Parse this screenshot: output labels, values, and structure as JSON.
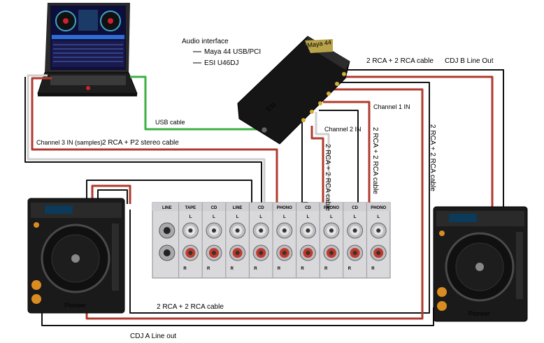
{
  "interface": {
    "title": "Audio interface",
    "models": [
      "Maya 44 USB/PCI",
      "ESI U46DJ"
    ],
    "brand": "ESI",
    "badge_text": "Maya 44"
  },
  "cables": {
    "usb": "USB cable",
    "ch3": "Channel 3 IN (samples)",
    "p2": "2 RCA + P2 stereo cable",
    "ch1": "Channel 1 IN",
    "ch2": "Channel 2 IN",
    "v1": "2 RCA + 2 RCA cable",
    "v2": "2 RCA + 2 RCA cable",
    "v3": "2 RCA + 2 RCA cable",
    "top": "2 RCA + 2 RCA cable",
    "bottom": "2 RCA + 2 RCA cable"
  },
  "cdj": {
    "b_out": "CDJ B Line Out",
    "a_out": "CDJ A Line out",
    "brand": "Pioneer"
  },
  "mixer": {
    "inputs": [
      "LINE",
      "TAPE",
      "CD",
      "LINE",
      "CD",
      "PHONO",
      "CD",
      "PHONO",
      "CD",
      "PHONO"
    ],
    "l": "L",
    "r": "R"
  },
  "colors": {
    "white_cable": "#e8e8e8",
    "red_cable": "#b03a2e",
    "black_cable": "#111111",
    "usb_cable": "#3cb043",
    "mixer_panel": "#d9d9dc"
  }
}
